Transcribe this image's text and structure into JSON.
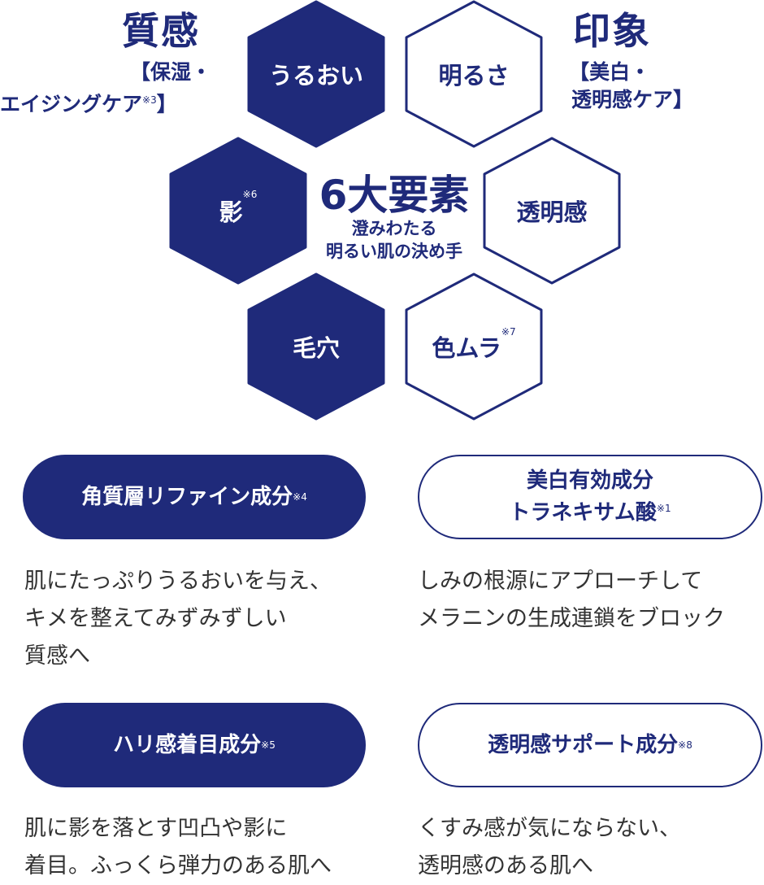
{
  "left_heading": {
    "title": "質感",
    "sub_line1": "【保湿・",
    "sub_line2": "エイジングケア",
    "sub_note": "※3",
    "sub_close": "】"
  },
  "right_heading": {
    "title": "印象",
    "sub_line1": "【美白・",
    "sub_line2": "透明感ケア】"
  },
  "hexagons": [
    {
      "label": "うるおい",
      "note": ""
    },
    {
      "label": "明るさ",
      "note": ""
    },
    {
      "label": "影",
      "note": "※6"
    },
    {
      "label": "透明感",
      "note": ""
    },
    {
      "label": "毛穴",
      "note": ""
    },
    {
      "label": "色ムラ",
      "note": "※7"
    }
  ],
  "center": {
    "title": "6大要素",
    "sub_line1": "澄みわたる",
    "sub_line2": "明るい肌の決め手"
  },
  "cards": [
    {
      "pill": "角質層リファイン成分",
      "note": "※4",
      "desc": "肌にたっぷりうるおいを与え、\nキメを整えてみずみずしい\n質感へ"
    },
    {
      "pill_line1": "美白有効成分",
      "pill_line2": "トラネキサム酸",
      "note": "※1",
      "desc": "しみの根源にアプローチして\nメラニンの生成連鎖をブロック"
    },
    {
      "pill": "ハリ感着目成分",
      "note": "※5",
      "desc": "肌に影を落とす凹凸や影に\n着目。ふっくら弾力のある肌へ"
    },
    {
      "pill": "透明感サポート成分",
      "note": "※8",
      "desc": "くすみ感が気にならない、\n透明感のある肌へ"
    }
  ],
  "colors": {
    "navy": "#1f2a7a",
    "text": "#333333",
    "background": "#ffffff"
  }
}
